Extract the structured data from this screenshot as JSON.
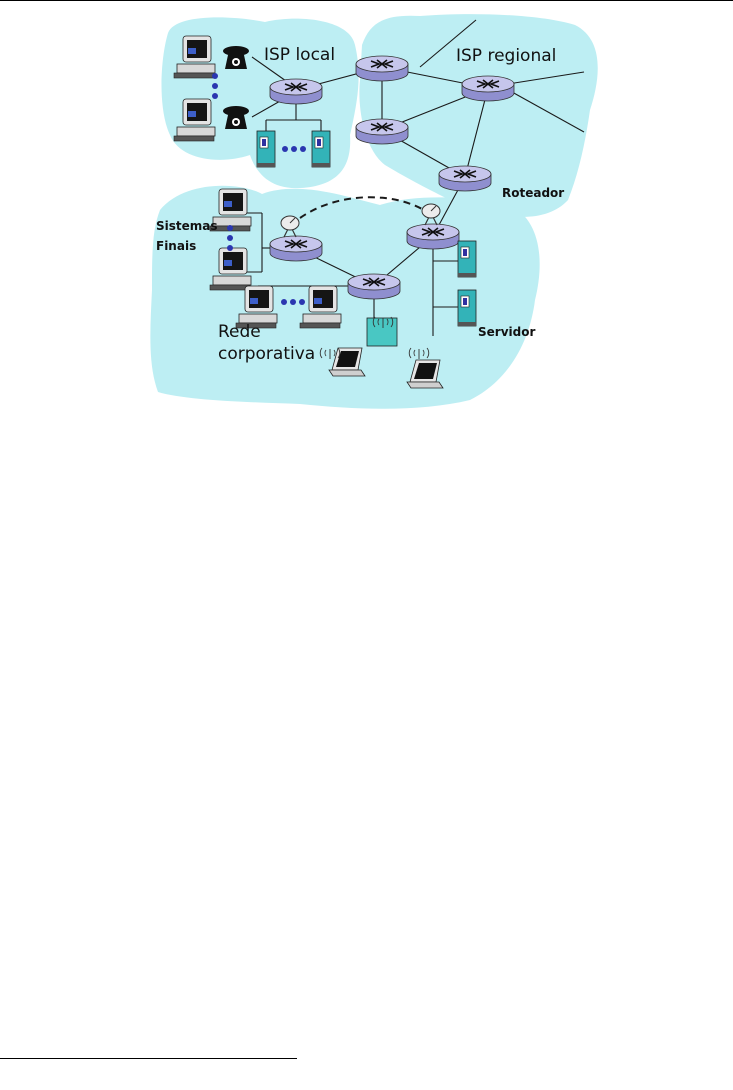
{
  "labels": {
    "isp_local": "ISP local",
    "isp_regional": "ISP regional",
    "roteador": "Roteador",
    "sistemas_finais_line1": "Sistemas",
    "sistemas_finais_line2": "Finais",
    "rede_corporativa_line1": "Rede",
    "rede_corporativa_line2": "corporativa",
    "servidor": "Servidor"
  },
  "colors": {
    "cloud": "#bdeef3",
    "router_top": "#c6c6ec",
    "router_side": "#8f8fcf",
    "server": "#33b3b8",
    "access_point": "#49c7c3",
    "dots": "#2b36b0"
  },
  "icons": [
    "router-icon",
    "computer-icon",
    "telephone-icon",
    "server-icon",
    "satellite-dish-icon",
    "laptop-icon",
    "wireless-access-point-icon"
  ]
}
